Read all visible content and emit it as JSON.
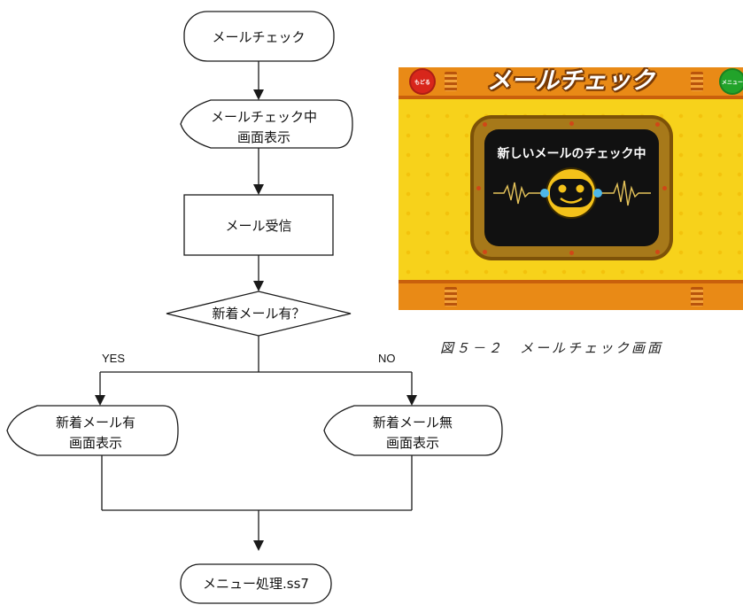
{
  "flowchart": {
    "start": "メールチェック",
    "display_checking_line1": "メールチェック中",
    "display_checking_line2": "画面表示",
    "receive": "メール受信",
    "decision": "新着メール有？",
    "yes_label": "YES",
    "no_label": "NO",
    "display_new_line1": "新着メール有",
    "display_new_line2": "画面表示",
    "display_none_line1": "新着メール無",
    "display_none_line2": "画面表示",
    "end": "メニュー処理.ss7"
  },
  "screenshot": {
    "title": "メールチェック",
    "back_button": "もどる",
    "menu_button": "メニュー",
    "status": "新しいメールのチェック中"
  },
  "caption": "図５－２　メールチェック画面",
  "colors": {
    "screen_bg": "#f7d21b",
    "band": "#e98a16",
    "monitor_frame": "#a7791a",
    "back_button": "#d8261b",
    "menu_button": "#22a32a"
  }
}
